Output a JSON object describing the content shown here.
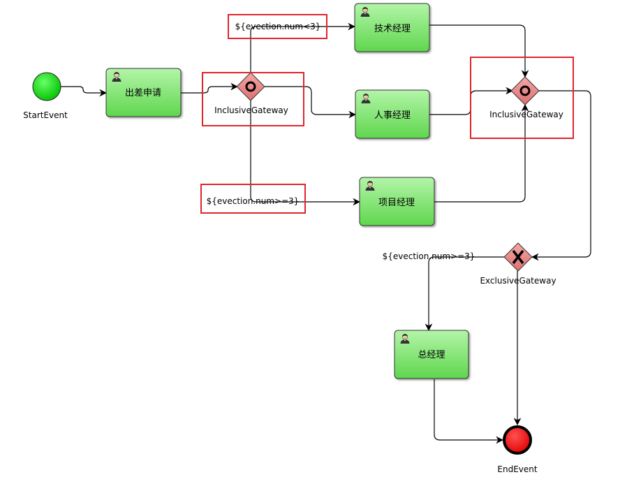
{
  "diagram": {
    "events": {
      "start": {
        "label": "StartEvent",
        "color": "#00cc00"
      },
      "end": {
        "label": "EndEvent",
        "color": "#ff0000"
      }
    },
    "tasks": {
      "apply": {
        "label": "出差申请"
      },
      "tech": {
        "label": "技术经理"
      },
      "hr": {
        "label": "人事经理"
      },
      "project": {
        "label": "项目经理"
      },
      "general": {
        "label": "总经理"
      }
    },
    "gateways": {
      "inclusive_split": {
        "label": "InclusiveGateway",
        "kind": "inclusive"
      },
      "inclusive_join": {
        "label": "InclusiveGateway",
        "kind": "inclusive"
      },
      "exclusive": {
        "label": "ExclusiveGateway",
        "kind": "exclusive"
      }
    },
    "conditions": {
      "lt3": "${evection.num<3}",
      "ge3": "${evection.num>=3}",
      "ge3_exclusive": "${evection.num>=3}"
    },
    "colors": {
      "task_fill_top": "#a6f09a",
      "task_fill_bottom": "#62d850",
      "gateway_fill": "#e88a8a",
      "highlight": "#e0242c"
    },
    "icons": {
      "task": "user-icon"
    }
  }
}
